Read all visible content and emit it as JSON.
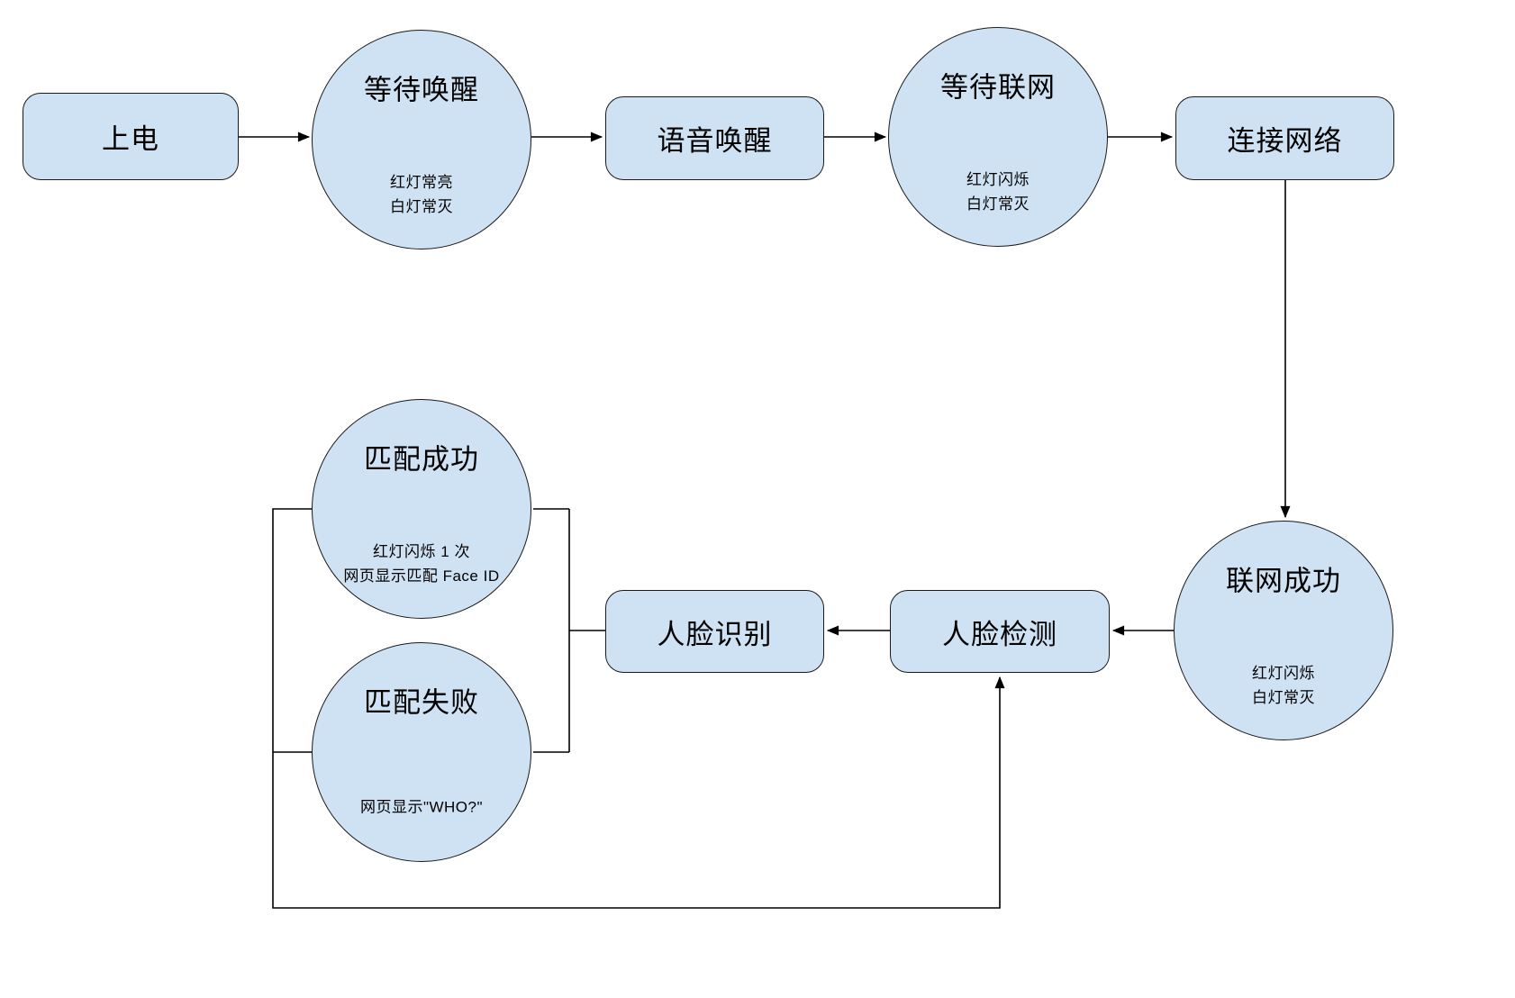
{
  "colors": {
    "background": "#ffffff",
    "node_fill": "#cfe2f3",
    "node_border": "#1a1a1a",
    "line": "#000000",
    "text": "#000000"
  },
  "diagram": {
    "nodes": {
      "power_on": {
        "shape": "rounded-rect",
        "label": "上电"
      },
      "wait_wake": {
        "shape": "circle",
        "title": "等待唤醒",
        "notes": [
          "红灯常亮",
          "白灯常灭"
        ]
      },
      "voice_wake": {
        "shape": "rounded-rect",
        "label": "语音唤醒"
      },
      "wait_network": {
        "shape": "circle",
        "title": "等待联网",
        "notes": [
          "红灯闪烁",
          "白灯常灭"
        ]
      },
      "connect_network": {
        "shape": "rounded-rect",
        "label": "连接网络"
      },
      "network_success": {
        "shape": "circle",
        "title": "联网成功",
        "notes": [
          "红灯闪烁",
          "白灯常灭"
        ]
      },
      "face_detect": {
        "shape": "rounded-rect",
        "label": "人脸检测"
      },
      "face_recognize": {
        "shape": "rounded-rect",
        "label": "人脸识别"
      },
      "match_success": {
        "shape": "circle",
        "title": "匹配成功",
        "notes": [
          "红灯闪烁 1 次",
          "网页显示匹配 Face ID"
        ]
      },
      "match_fail": {
        "shape": "circle",
        "title": "匹配失败",
        "notes": [
          "网页显示\"WHO?\""
        ]
      }
    },
    "edges": [
      {
        "from": "power_on",
        "to": "wait_wake",
        "arrow": true
      },
      {
        "from": "wait_wake",
        "to": "voice_wake",
        "arrow": true
      },
      {
        "from": "voice_wake",
        "to": "wait_network",
        "arrow": true
      },
      {
        "from": "wait_network",
        "to": "connect_network",
        "arrow": true
      },
      {
        "from": "connect_network",
        "to": "network_success",
        "arrow": true
      },
      {
        "from": "network_success",
        "to": "face_detect",
        "arrow": true
      },
      {
        "from": "face_detect",
        "to": "face_recognize",
        "arrow": true
      },
      {
        "from": "face_recognize",
        "to": "match_success",
        "arrow": false
      },
      {
        "from": "face_recognize",
        "to": "match_fail",
        "arrow": false
      },
      {
        "from": "match_success",
        "to": "face_detect",
        "arrow": true
      },
      {
        "from": "match_fail",
        "to": "face_detect",
        "arrow": true
      }
    ]
  }
}
